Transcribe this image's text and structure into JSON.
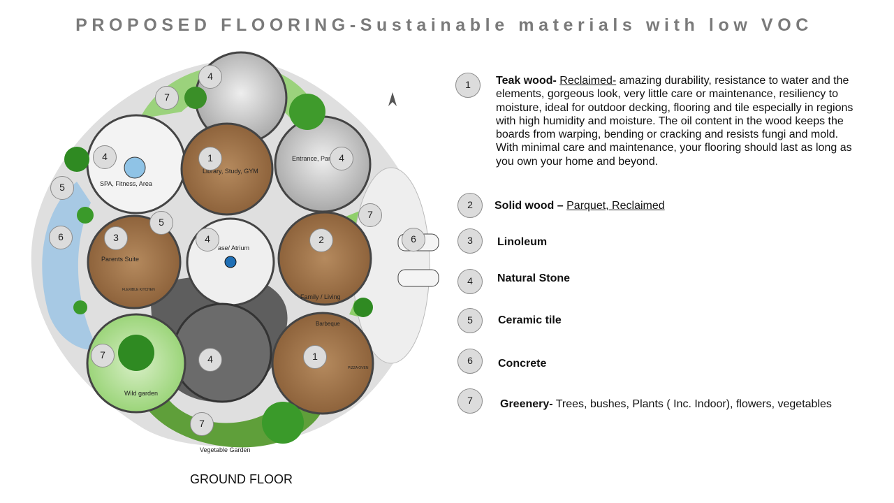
{
  "title": "PROPOSED FLOORING-Sustainable materials with low VOC",
  "caption": "GROUND FLOOR",
  "plan_labels": {
    "spa": "SPA, Fitness, Area",
    "library": "Library, Study, GYM",
    "entrance": "Entrance, Pan",
    "atrium": "ase/ Atrium",
    "parents": "Parents Suite",
    "flex_kitchen": "FLEXIBLE KITCHEN",
    "family": "Family / Living",
    "pizza": "PIZZA OVEN",
    "barbeque": "Barbeque",
    "wild_garden": "Wild garden",
    "veg_garden": "Vegetable Garden"
  },
  "markers": [
    {
      "n": "4"
    },
    {
      "n": "7"
    },
    {
      "n": "4"
    },
    {
      "n": "1"
    },
    {
      "n": "4"
    },
    {
      "n": "5"
    },
    {
      "n": "5"
    },
    {
      "n": "6"
    },
    {
      "n": "3"
    },
    {
      "n": "4"
    },
    {
      "n": "2"
    },
    {
      "n": "7"
    },
    {
      "n": "6"
    },
    {
      "n": "7"
    },
    {
      "n": "4"
    },
    {
      "n": "1"
    },
    {
      "n": "7"
    }
  ],
  "legend": [
    {
      "n": "1",
      "label": "Teak wood-",
      "sub": "Reclaimed-",
      "desc": " amazing durability, resistance to water and the elements,  gorgeous look, very little care or maintenance, resiliency to moisture, ideal for outdoor decking, flooring and tile especially in regions with high humidity and moisture. The oil content in the wood keeps the boards from warping, bending or cracking and resists fungi and mold. With minimal care and maintenance, your flooring should last as long as you own your home and beyond."
    },
    {
      "n": "2",
      "label": "Solid wood –",
      "sub": "Parquet, Reclaimed",
      "desc": ""
    },
    {
      "n": "3",
      "label": "Linoleum",
      "sub": "",
      "desc": ""
    },
    {
      "n": "4",
      "label": "Natural Stone",
      "sub": "",
      "desc": ""
    },
    {
      "n": "5",
      "label": "Ceramic tile",
      "sub": "",
      "desc": ""
    },
    {
      "n": "6",
      "label": "Concrete",
      "sub": "",
      "desc": ""
    },
    {
      "n": "7",
      "label": "Greenery-",
      "sub": "",
      "desc": " Trees, bushes, Plants ( Inc. Indoor), flowers, vegetables"
    }
  ]
}
